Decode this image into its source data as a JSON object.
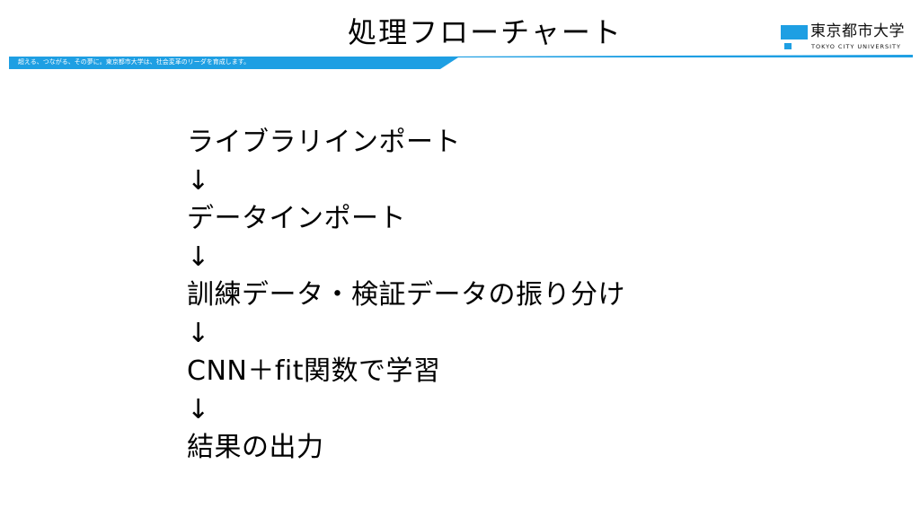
{
  "slide": {
    "title": "処理フローチャート"
  },
  "header": {
    "tagline": "超える、つながる、その夢に。東京都市大学は、社会変革のリーダを育成します。",
    "band_color": "#1e9fe3"
  },
  "logo": {
    "name_jp": "東京都市大学",
    "name_en": "TOKYO CITY UNIVERSITY",
    "color": "#1e9fe3"
  },
  "flow": {
    "steps": [
      "ライブラリインポート",
      "データインポート",
      "訓練データ・検証データの振り分け",
      "CNN＋fit関数で学習",
      "結果の出力"
    ],
    "arrow": "↓"
  }
}
